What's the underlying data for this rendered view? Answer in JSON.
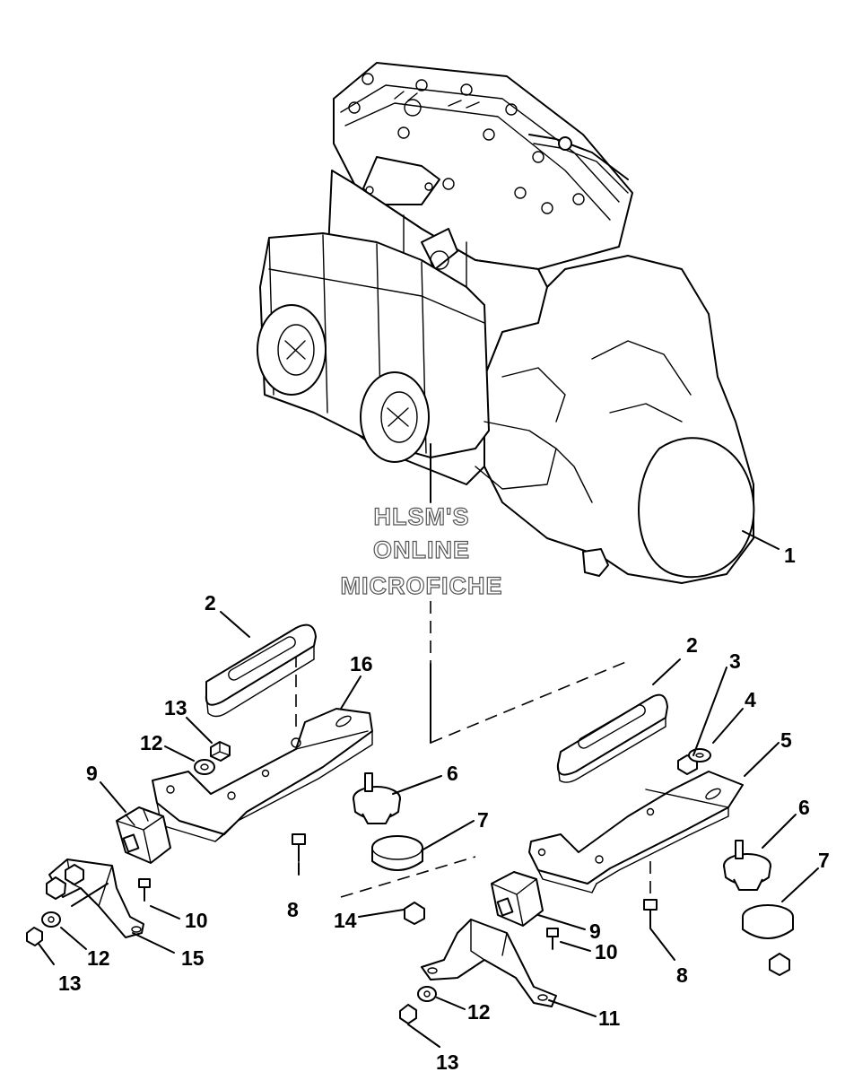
{
  "watermark": {
    "line1": "HLSM'S",
    "line2": "ONLINE",
    "line3": "MICROFICHE"
  },
  "callouts": {
    "c1": "1",
    "c2a": "2",
    "c2b": "2",
    "c3": "3",
    "c4": "4",
    "c5": "5",
    "c6a": "6",
    "c6b": "6",
    "c7a": "7",
    "c7b": "7",
    "c8a": "8",
    "c8b": "8",
    "c9a": "9",
    "c9b": "9",
    "c10a": "10",
    "c10b": "10",
    "c11": "11",
    "c12a": "12",
    "c12b": "12",
    "c12c": "12",
    "c13a": "13",
    "c13b": "13",
    "c13c": "13",
    "c14": "14",
    "c15": "15",
    "c16": "16"
  }
}
